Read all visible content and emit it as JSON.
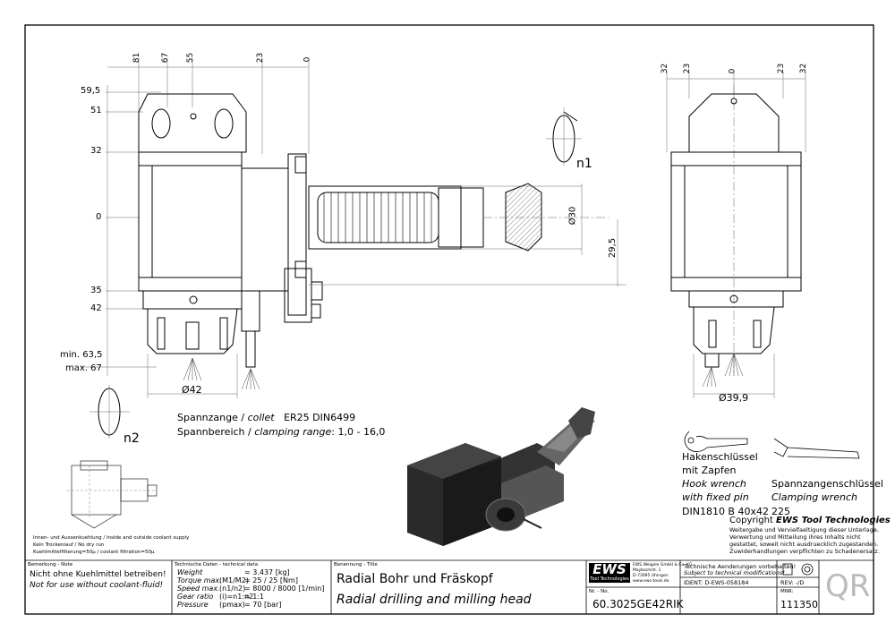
{
  "dims_front_top": [
    "81",
    "67",
    "55",
    "23",
    "0"
  ],
  "dims_front_left": [
    "59,5",
    "51",
    "32",
    "0",
    "35",
    "42"
  ],
  "dims_front_min_max": [
    "min. 63,5",
    "max. 67"
  ],
  "dia_front": "Ø42",
  "dia_shaft": "Ø30",
  "dim_offset": "29,5",
  "rot_n1": "n1",
  "rot_n2": "n2",
  "dims_side_top": [
    "32",
    "23",
    "0",
    "23",
    "32"
  ],
  "dia_side": "Ø39,9",
  "collet": {
    "label": "Spannzange / ",
    "label_en": "collet",
    "value": "ER25   DIN6499"
  },
  "range": {
    "label": "Spannbereich / ",
    "label_en": "clamping range",
    "value": ": 1,0 - 16,0"
  },
  "hook": {
    "de1": "Hakenschlüssel",
    "de2": "mit Zapfen",
    "en1": "Hook wrench",
    "en2": "with fixed pin",
    "din": "DIN1810 B 40x42"
  },
  "clamp": {
    "de": "Spannzangenschlüssel",
    "en": "Clamping wrench",
    "no": "225"
  },
  "copyright": {
    "prefix": "Copyright ",
    "brand": "EWS Tool Technologies",
    "lines": [
      "Weitergabe und Vervielfaeltigung dieser Unterlage,",
      "Verwertung und Mitteilung ihres Inhalts nicht",
      "gestattet, soweit nicht ausdruecklich zugestanden.",
      "Zuwiderhandlungen verpflichten zu Schadenersatz."
    ]
  },
  "coolant_notes": [
    "Innen- und Aussenkuehlung / Inside and outside coolant supply",
    "Kein Trockenlauf / No dry run",
    "Kuehlmittelfilterung=50μ / coolant filtration=50μ"
  ],
  "title_block": {
    "note_hdr": "Bemerkung - Note",
    "note1": "Nicht ohne Kuehlmittel betreiben!",
    "note2": "Not for use without coolant-fluid!",
    "tech_hdr": "Technische Daten - technical data",
    "tech_rows": [
      {
        "k": "Weight",
        "u": "",
        "v": "=  3.437 [kg]"
      },
      {
        "k": "Torque max.",
        "u": "(M1/M2)",
        "v": "=  25 / 25 [Nm]"
      },
      {
        "k": "Speed max.",
        "u": "(n1/n2)",
        "v": "=  8000 / 8000 [1/min]"
      },
      {
        "k": "Gear ratio",
        "u": "(i)=n1:n2",
        "v": "=  1:1"
      },
      {
        "k": "Pressure",
        "u": "(pmax)",
        "v": "=  70 [bar]"
      }
    ],
    "title_hdr": "Benennung - Title",
    "title_de": "Radial Bohr und Fräskopf",
    "title_en": "Radial drilling and milling head",
    "logo": "EWS",
    "logo_sub": "Tool Technologies",
    "company": [
      "EWS Weigele GmbH & Co. KG",
      "Maybachstr. 1",
      "D-73095 Uhingen",
      "www.ews-tools.de"
    ],
    "changes1": "Technische Aenderungen vorbehalten!",
    "changes2": "Subject to technical modifications!",
    "ident": "IDENT: D-EWS-058184",
    "rev": "REV: -/D",
    "nr_hdr": "Nr. - No.",
    "part_no": "60.3025GE42RIK",
    "mnr_hdr": "MNR:",
    "mnr": "111350",
    "qr": "QR"
  }
}
